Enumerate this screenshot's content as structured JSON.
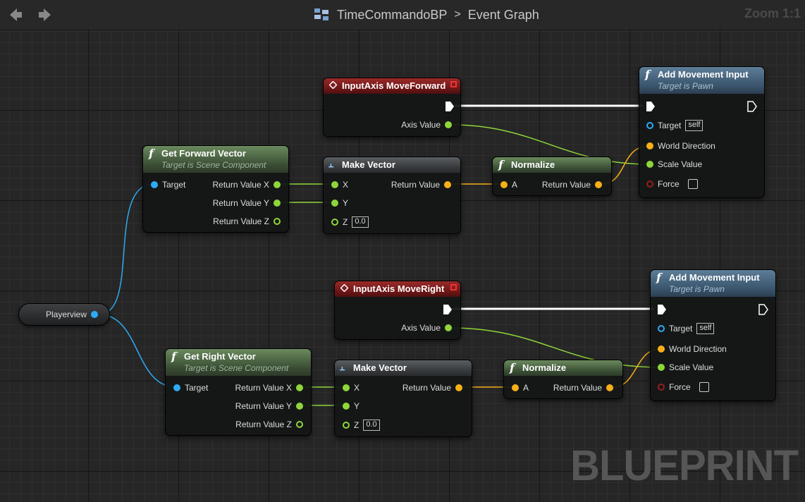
{
  "toolbar": {
    "back_icon": "left-arrow-icon",
    "forward_icon": "right-arrow-icon",
    "blueprint_icon": "blueprint-graph-icon",
    "breadcrumb": [
      "TimeCommandoBP",
      "Event Graph"
    ],
    "separator": ">",
    "zoom": "Zoom 1:1"
  },
  "watermark": "BLUEPRINT",
  "variable_node": {
    "label": "Playerview"
  },
  "upper": {
    "get_vector": {
      "title": "Get Forward Vector",
      "subtitle": "Target is Scene Component",
      "target": "Target",
      "outputs": [
        "Return Value X",
        "Return Value Y",
        "Return Value Z"
      ]
    },
    "input_axis": {
      "title": "InputAxis MoveForward",
      "axis_value": "Axis Value"
    },
    "make_vector": {
      "title": "Make Vector",
      "inputs": [
        "X",
        "Y",
        "Z"
      ],
      "z_value": "0.0",
      "output": "Return Value"
    },
    "normalize": {
      "title": "Normalize",
      "input": "A",
      "output": "Return Value"
    },
    "add_movement": {
      "title": "Add Movement Input",
      "subtitle": "Target is Pawn",
      "target": "Target",
      "target_value": "self",
      "world_direction": "World Direction",
      "scale_value": "Scale Value",
      "force": "Force"
    }
  },
  "lower": {
    "get_vector": {
      "title": "Get Right Vector",
      "subtitle": "Target is Scene Component",
      "target": "Target",
      "outputs": [
        "Return Value X",
        "Return Value Y",
        "Return Value Z"
      ]
    },
    "input_axis": {
      "title": "InputAxis MoveRight",
      "axis_value": "Axis Value"
    },
    "make_vector": {
      "title": "Make Vector",
      "inputs": [
        "X",
        "Y",
        "Z"
      ],
      "z_value": "0.0",
      "output": "Return Value"
    },
    "normalize": {
      "title": "Normalize",
      "input": "A",
      "output": "Return Value"
    },
    "add_movement": {
      "title": "Add Movement Input",
      "subtitle": "Target is Pawn",
      "target": "Target",
      "target_value": "self",
      "world_direction": "World Direction",
      "scale_value": "Scale Value",
      "force": "Force"
    }
  },
  "colors": {
    "exec": "#ffffff",
    "float": "#8fd63a",
    "vector": "#f7b018",
    "object": "#2eaaf4",
    "bool": "#9a1b1b",
    "event_header": "#8a2020",
    "function_header": "#4e6a44",
    "pure_header": "#3a556c"
  }
}
